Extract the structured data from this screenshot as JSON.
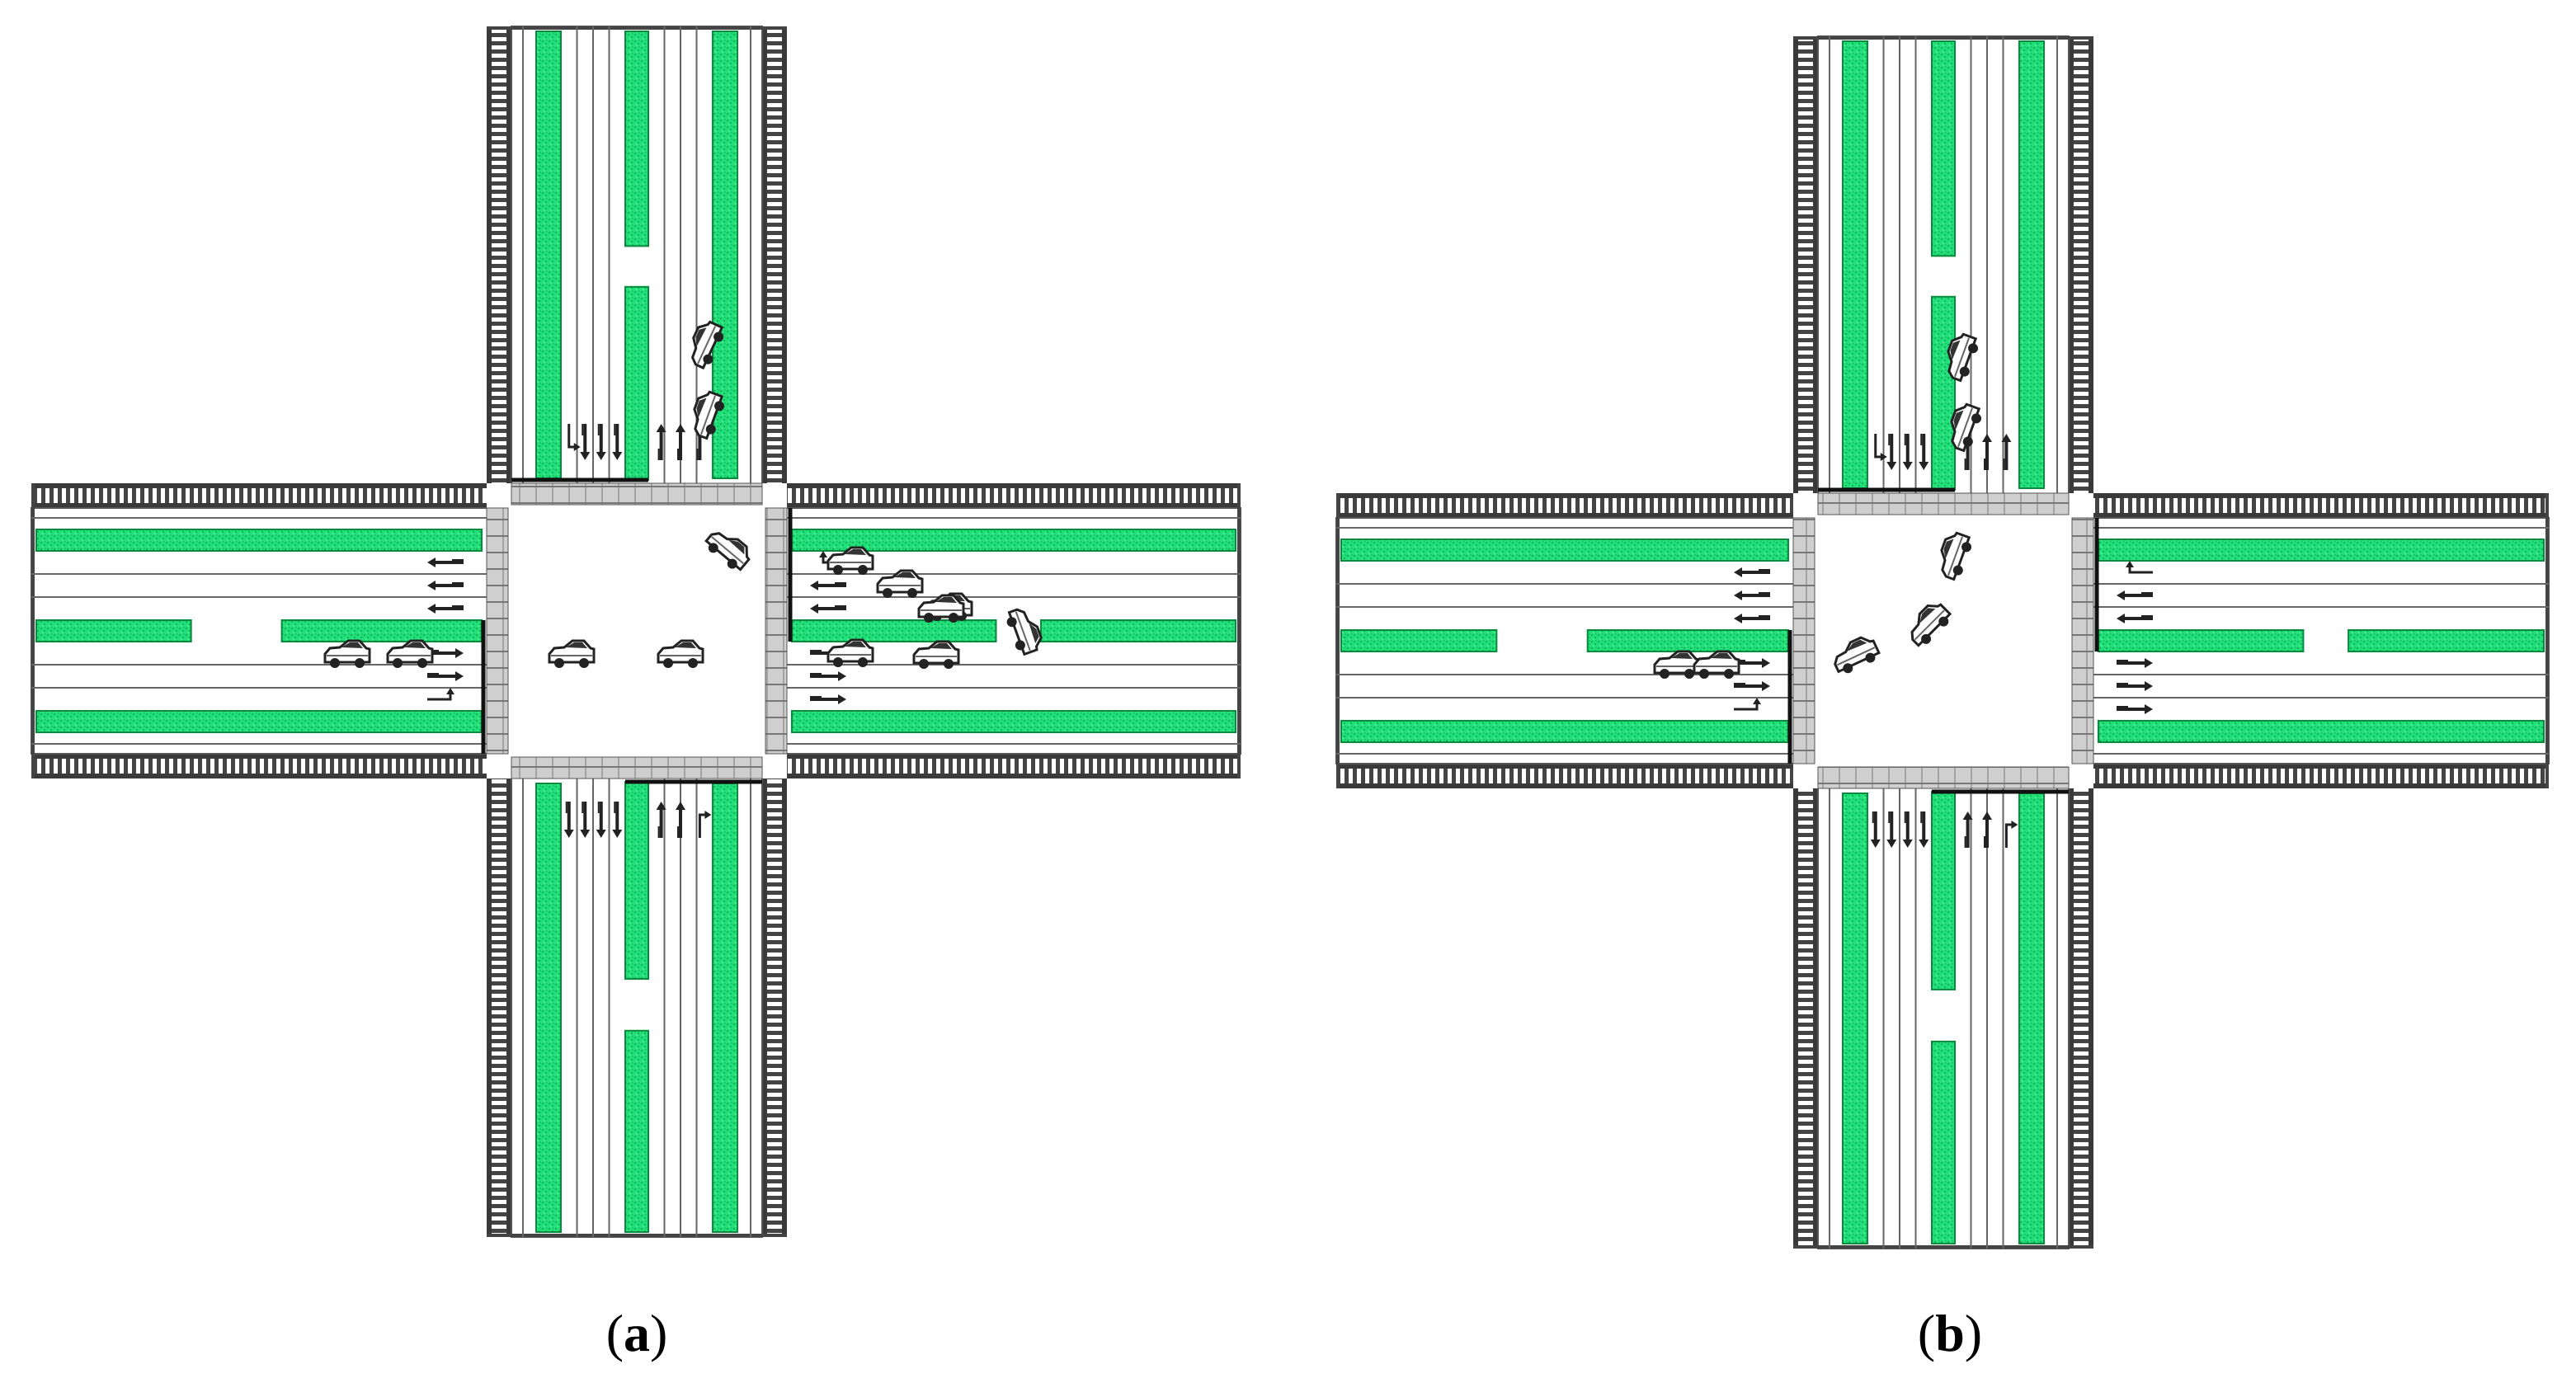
{
  "figure": {
    "panels": [
      {
        "id": "a",
        "caption_open": "(",
        "caption_letter": "a",
        "caption_close": ")",
        "variant": "a"
      },
      {
        "id": "b",
        "caption_open": "(",
        "caption_letter": "b",
        "caption_close": ")",
        "variant": "b"
      }
    ],
    "colors": {
      "median_green": "#22e07a",
      "median_speckle": "#0aa850",
      "road": "#ffffff",
      "line": "#555555",
      "curb": "#3a3a3a",
      "sidewalk": "#9a9a9a",
      "vehicle": "#222222"
    },
    "icons": [
      "vehicle-icon",
      "lane-arrow-icon",
      "crosswalk-icon",
      "median-icon"
    ]
  }
}
